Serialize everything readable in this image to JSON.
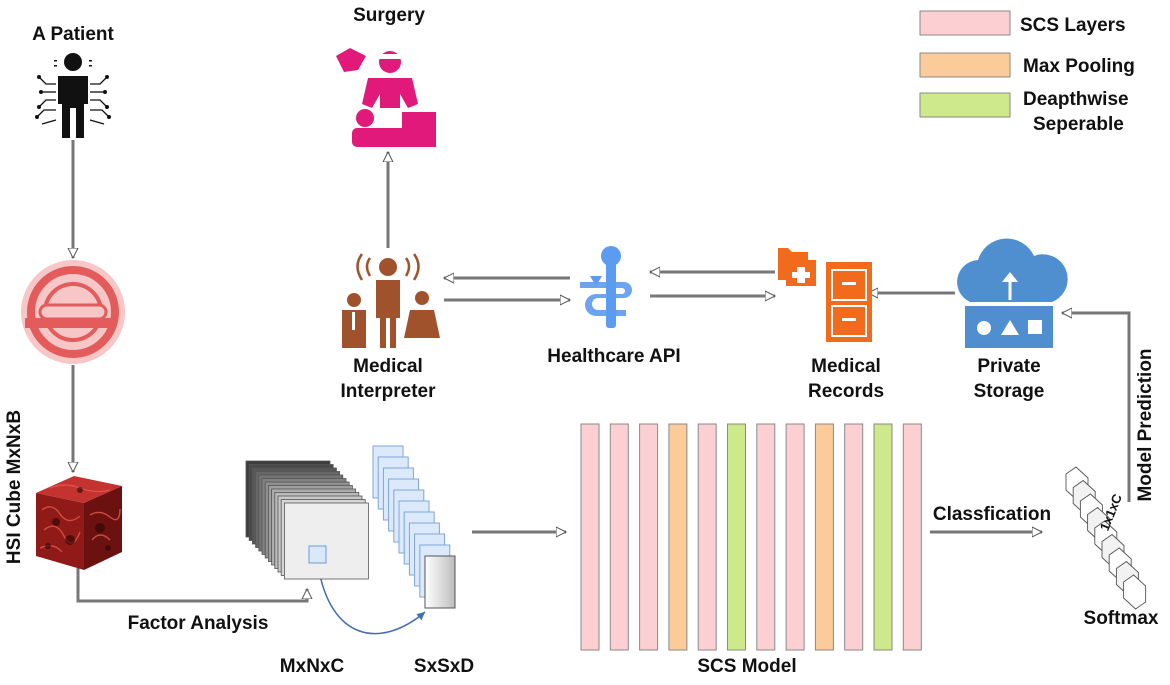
{
  "labels": {
    "patient": "A Patient",
    "surgery": "Surgery",
    "hsi_cube": "HSI Cube MxNxB",
    "factor_analysis": "Factor Analysis",
    "mxnxc": "MxNxC",
    "sxsxd": "SxSxD",
    "medical_interpreter_1": "Medical",
    "medical_interpreter_2": "Interpreter",
    "healthcare_api": "Healthcare API",
    "medical_records_1": "Medical",
    "medical_records_2": "Records",
    "private_storage_1": "Private",
    "private_storage_2": "Storage",
    "scs_model": "SCS Model",
    "classification": "Classfication",
    "softmax": "Softmax",
    "output_shape": "1x1xC",
    "model_prediction": "Model Prediction"
  },
  "legend": [
    {
      "label": "SCS Layers",
      "color": "#fccfd2"
    },
    {
      "label": "Max Pooling",
      "color": "#fbcb9a"
    },
    {
      "label_1": "Deapthwise",
      "label_2": "Seperable",
      "color": "#cde98c"
    }
  ],
  "scs_model": {
    "layers": [
      "scs",
      "scs",
      "scs",
      "pool",
      "scs",
      "dw",
      "scs",
      "scs",
      "pool",
      "scs",
      "dw",
      "scs"
    ],
    "colors": {
      "scs": "#fccfd2",
      "pool": "#fbcb9a",
      "dw": "#cde98c"
    }
  },
  "icons": {
    "patient": "patient-icon",
    "mri": "mri-scanner-icon",
    "cube": "hsi-cube-icon",
    "surgery": "surgery-icon",
    "interpreter": "medical-interpreter-icon",
    "api": "healthcare-api-icon",
    "records": "medical-records-icon",
    "storage": "cloud-storage-icon"
  },
  "colors": {
    "surgery": "#e0197b",
    "interpreter": "#a0522d",
    "api": "#5b9bf0",
    "records": "#f26a1b",
    "storage": "#4f8fd0",
    "mri": "#e35b5b"
  }
}
